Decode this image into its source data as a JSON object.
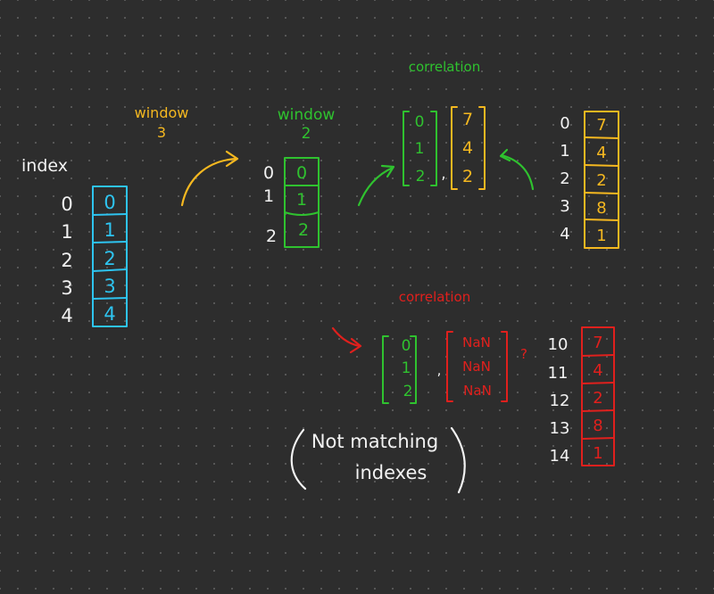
{
  "colors": {
    "background": "#2d2d2d",
    "white": "#f2f2f2",
    "cyan": "#2ec4f0",
    "yellow": "#f5b820",
    "green": "#2fc22f",
    "red": "#e0201d"
  },
  "left_series": {
    "header": "index",
    "indices": [
      "0",
      "1",
      "2",
      "3",
      "4"
    ],
    "values": [
      "0",
      "1",
      "2",
      "3",
      "4"
    ]
  },
  "window3_label": {
    "line1": "window",
    "line2": "3"
  },
  "window2": {
    "line1": "window",
    "line2": "2",
    "indices": [
      "0",
      "1",
      "2"
    ],
    "values": [
      "0",
      "1",
      "2"
    ]
  },
  "correlation_top": {
    "label": "correlation",
    "left_values": [
      "0",
      "1",
      "2"
    ],
    "separator": ",",
    "right_values": [
      "7",
      "4",
      "2"
    ]
  },
  "right_series_top": {
    "indices": [
      "0",
      "1",
      "2",
      "3",
      "4"
    ],
    "values": [
      "7",
      "4",
      "2",
      "8",
      "1"
    ]
  },
  "correlation_bottom": {
    "label": "correlation",
    "left_values": [
      "0",
      "1",
      "2"
    ],
    "separator": ",",
    "right_values": [
      "NaN",
      "NaN",
      "NaN"
    ],
    "tail": "?"
  },
  "right_series_bottom": {
    "indices": [
      "10",
      "11",
      "12",
      "13",
      "14"
    ],
    "values": [
      "7",
      "4",
      "2",
      "8",
      "1"
    ]
  },
  "note": {
    "line1": "Not matching",
    "line2": "indexes"
  }
}
